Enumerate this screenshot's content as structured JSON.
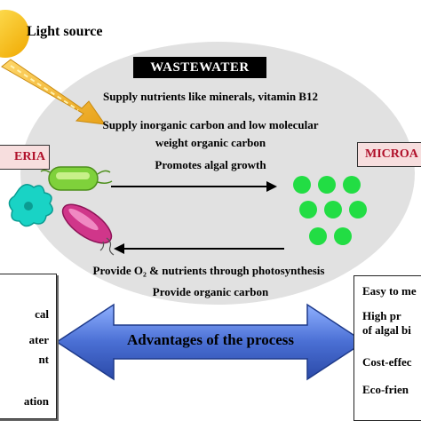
{
  "labels": {
    "light_source": "Light source",
    "wastewater": "WASTEWATER",
    "bacteria": "ERIA",
    "microalgae": "MICROA",
    "process": "Advantages of the process"
  },
  "wastewater_lines": [
    "Supply nutrients like minerals, vitamin B12",
    "Supply inorganic carbon and low molecular",
    "weight organic carbon",
    "Promotes algal growth"
  ],
  "bottom_lines": [
    "Provide O₂ & nutrients through photosynthesis",
    "Provide organic carbon"
  ],
  "bacteria_advantages": [
    "cal",
    "ater",
    "nt",
    "ation"
  ],
  "microalgae_advantages": [
    "Easy to me",
    "High   pr",
    "of algal bi",
    "Cost-effec",
    "Eco-frien"
  ],
  "colors": {
    "sun": "#f5c211",
    "light_arrow": "#f0b021",
    "ellipse": "#e1e1e1",
    "algae": "#22dd44",
    "bacteria_green": "#7fd13b",
    "bacteria_cyan": "#19d3c5",
    "bacteria_magenta": "#d0368a",
    "process_arrow": "#4a6fd4",
    "side_box": "#f7dede",
    "side_text": "#b0102a"
  }
}
